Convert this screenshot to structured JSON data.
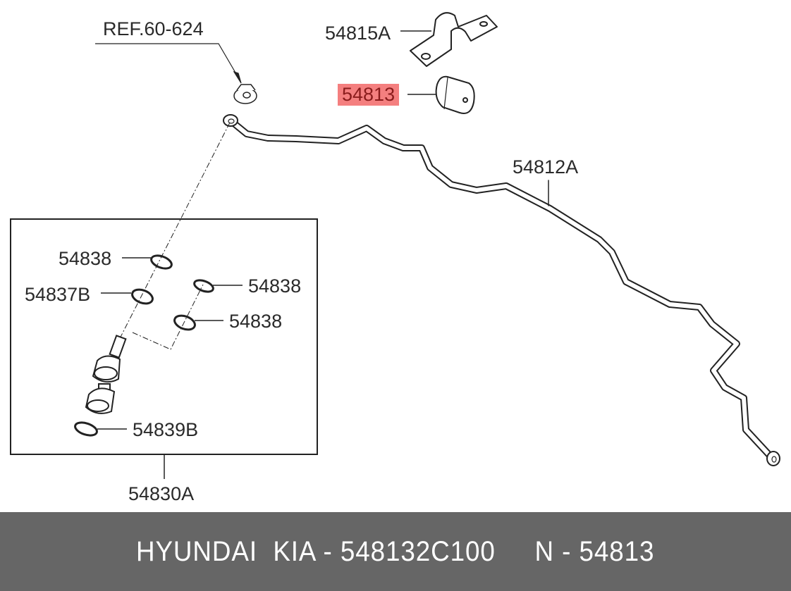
{
  "diagram": {
    "title": "Stabilizer bar assembly parts diagram",
    "highlight_color": "#f47f7f",
    "labels": {
      "ref": "REF.60-624",
      "bracket": "54815A",
      "bushing": "54813",
      "bar": "54812A",
      "seal_top": "54838",
      "seal_left": "54837B",
      "seal_right_top": "54838",
      "seal_right_bottom": "54838",
      "ring_bottom": "54839B",
      "link_assembly": "54830A"
    },
    "highlighted_part": "54813"
  },
  "footer": {
    "text": "HYUNDAI  KIA - 548132C100     N - 54813",
    "background": "#666666"
  }
}
